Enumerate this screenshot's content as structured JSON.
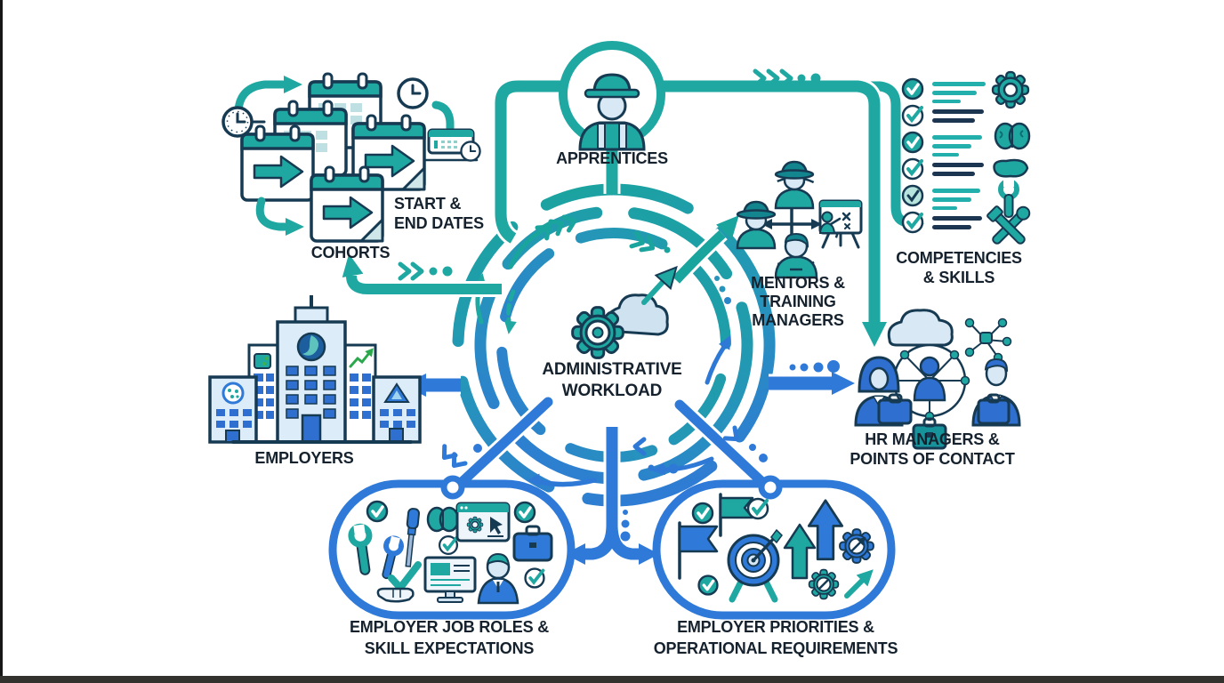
{
  "colors": {
    "teal": "#1fa7a1",
    "teal_dark": "#12858e",
    "blue": "#2f7ad8",
    "navy_outline": "#173a53",
    "label_text": "#15222e",
    "light_blue_fill": "#d8e9f5",
    "light_teal_fill": "#bfe0e3"
  },
  "nodes": {
    "apprentices": {
      "label": "APPRENTICES",
      "icon": "worker-hardhat-icon"
    },
    "cohorts": {
      "label": "COHORTS",
      "icon": "calendar-stack-icon"
    },
    "start_end_dates": {
      "lines": [
        "START &",
        "END DATES"
      ],
      "icon": "calendar-clock-icon"
    },
    "competencies_skills": {
      "lines": [
        "COMPETENCIES",
        "& SKILLS"
      ],
      "icon": "skills-checklist-icon",
      "checklist_items": 6,
      "side_icons": [
        "gear-icon",
        "brain-icon",
        "hand-wrench-icon",
        "crossed-tools-icon"
      ]
    },
    "mentors_training_managers": {
      "lines": [
        "MENTORS &",
        "TRAINING",
        "MANAGERS"
      ],
      "icon": "mentor-team-icon"
    },
    "administrative_workload": {
      "lines": [
        "ADMINISTRATIVE",
        "WORKLOAD"
      ],
      "icon": "gear-cloud-growth-icon"
    },
    "employers": {
      "label": "EMPLOYERS",
      "icon": "office-buildings-icon"
    },
    "hr_managers": {
      "lines": [
        "HR MANAGERS &",
        "POINTS OF CONTACT"
      ],
      "icon": "hr-network-icon"
    },
    "employer_job_roles": {
      "lines": [
        "EMPLOYER JOB ROLES &",
        "SKILL EXPECTATIONS"
      ],
      "icon": "job-skills-cluster-icon"
    },
    "employer_priorities": {
      "lines": [
        "EMPLOYER PRIORITIES &",
        "OPERATIONAL REQUIREMENTS"
      ],
      "icon": "priorities-goals-cluster-icon"
    }
  }
}
